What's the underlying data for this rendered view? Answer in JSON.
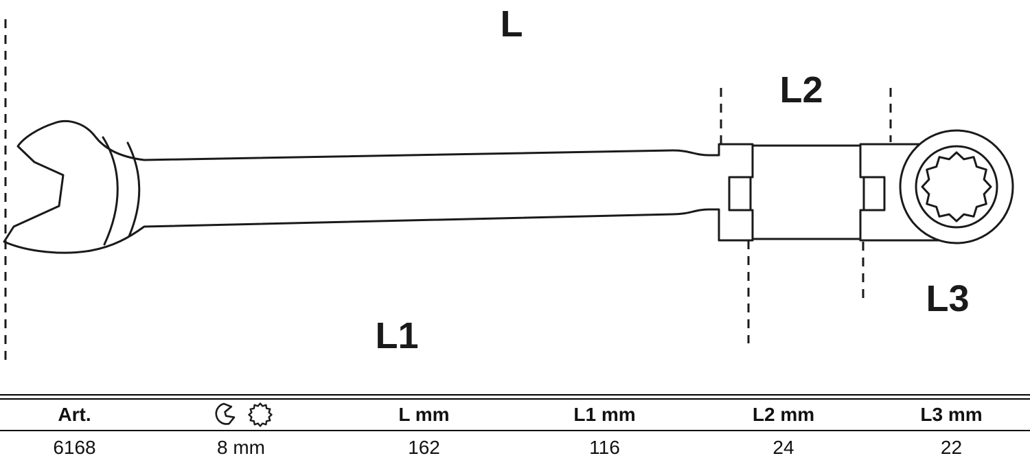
{
  "diagram": {
    "dimension_labels": {
      "l": "L",
      "l1": "L1",
      "l2": "L2",
      "l3": "L3"
    }
  },
  "icons": {
    "open_end": "open-end-icon",
    "twelve_point": "twelve-point-icon"
  },
  "colors": {
    "line": "#1a1a1a",
    "background": "#ffffff"
  },
  "table": {
    "headers": [
      "Art.",
      "L mm",
      "L1 mm",
      "L2 mm",
      "L3 mm"
    ],
    "row": {
      "art": "6168",
      "size": "8 mm",
      "l": "162",
      "l1": "116",
      "l2": "24",
      "l3": "22"
    }
  }
}
